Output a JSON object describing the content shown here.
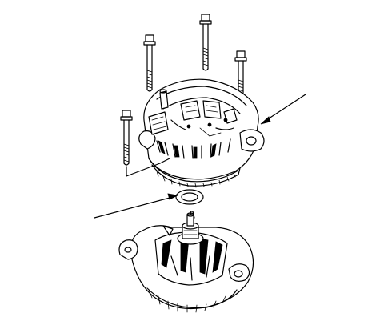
{
  "figure": {
    "background": "#ffffff",
    "ink": "#000000",
    "parts": [
      "mounting-bolt",
      "rear-housing",
      "insulating-washer",
      "rotor-and-front-housing"
    ],
    "leaders": [
      "leader-rear-housing",
      "leader-washer",
      "leader-bolts"
    ]
  }
}
